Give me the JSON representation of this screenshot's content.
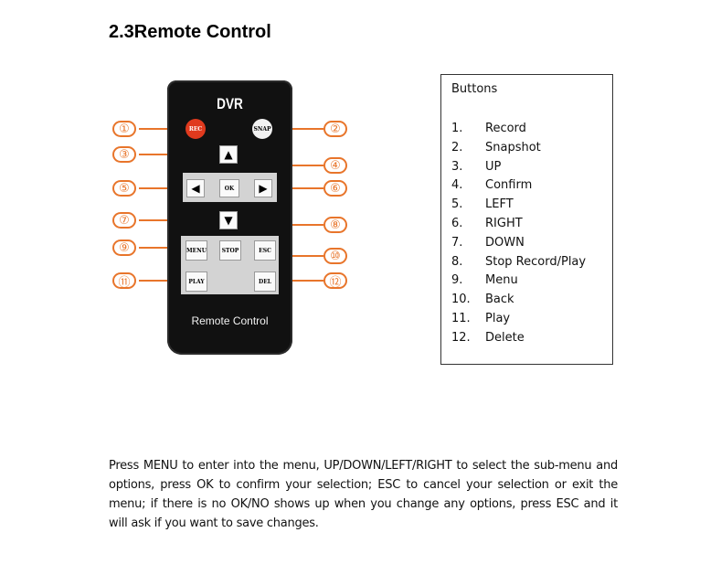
{
  "heading": "2.3Remote Control",
  "remote": {
    "brand": "DVR",
    "caption": "Remote Control",
    "keys": {
      "rec": "REC",
      "snap": "SNAP",
      "ok": "OK",
      "menu": "MENU",
      "stop": "STOP",
      "esc": "ESC",
      "play": "PLAY",
      "del": "DEL",
      "up_icon": "▲",
      "down_icon": "▼",
      "left_icon": "◀",
      "right_icon": "▶"
    },
    "callouts": [
      "①",
      "②",
      "③",
      "④",
      "⑤",
      "⑥",
      "⑦",
      "⑧",
      "⑨",
      "⑩",
      "⑪",
      "⑫"
    ]
  },
  "legend": {
    "title": "Buttons",
    "items": [
      {
        "num": "1.",
        "label": "Record"
      },
      {
        "num": "2.",
        "label": "Snapshot"
      },
      {
        "num": "3.",
        "label": "UP"
      },
      {
        "num": "4.",
        "label": "Confirm"
      },
      {
        "num": "5.",
        "label": "LEFT"
      },
      {
        "num": "6.",
        "label": "RIGHT"
      },
      {
        "num": "7.",
        "label": "DOWN"
      },
      {
        "num": "8.",
        "label": "Stop Record/Play"
      },
      {
        "num": "9.",
        "label": "Menu"
      },
      {
        "num": "10.",
        "label": "Back"
      },
      {
        "num": "11.",
        "label": "Play"
      },
      {
        "num": "12.",
        "label": "Delete"
      }
    ]
  },
  "paragraph": "Press MENU to enter into the menu, UP/DOWN/LEFT/RIGHT to select the sub-menu and options, press OK to confirm your selection; ESC to cancel your selection or exit the menu; if there is no OK/NO shows up when you change any options, press ESC and it will ask if you want to save changes.",
  "colors": {
    "callout": "#e8752b",
    "remote_body": "#111111",
    "rec_button": "#e03a1e"
  }
}
